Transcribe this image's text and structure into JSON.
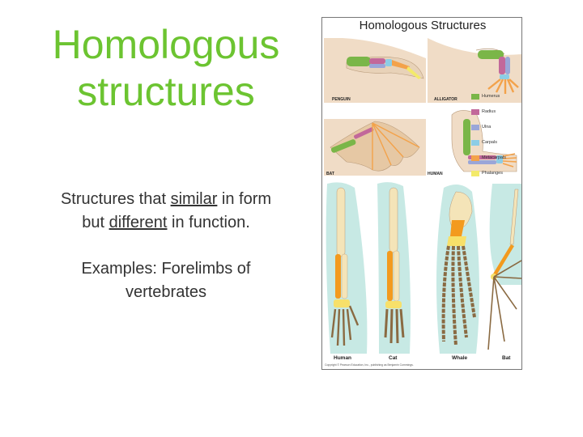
{
  "slide": {
    "title_line1": "Homologous",
    "title_line2": "structures",
    "desc_pre": "Structures that ",
    "desc_similar": "similar",
    "desc_mid": " in form",
    "desc_line2_pre": "but ",
    "desc_different": "different",
    "desc_line2_post": " in function.",
    "examples_line1": "Examples:  Forelimbs of",
    "examples_line2": "vertebrates"
  },
  "figure": {
    "title": "Homologous Structures",
    "labels": {
      "penguin": "PENGUIN",
      "alligator": "ALLIGATOR",
      "bat": "BAT",
      "human": "HUMAN"
    },
    "legend": [
      {
        "name": "Humerus",
        "color": "#7ab648"
      },
      {
        "name": "Radius",
        "color": "#c2689a"
      },
      {
        "name": "Ulna",
        "color": "#9aa6d8"
      },
      {
        "name": "Carpals",
        "color": "#8ccde6"
      },
      {
        "name": "Metacarpals",
        "color": "#f3a24a"
      },
      {
        "name": "Phalanges",
        "color": "#f3ea6a"
      }
    ],
    "bottom_labels": {
      "human": "Human",
      "cat": "Cat",
      "whale": "Whale",
      "bat": "Bat"
    },
    "copyright": "Copyright © Pearson Education, Inc., publishing as Benjamin Cummings.",
    "colors": {
      "skin": "#f0dcc6",
      "wing": "#e6c8a4",
      "water": "#c7e9e4",
      "bone": "#f4e4b8",
      "orange": "#f39a1e",
      "yellow": "#f7e06a",
      "brown": "#8a6a42"
    }
  }
}
